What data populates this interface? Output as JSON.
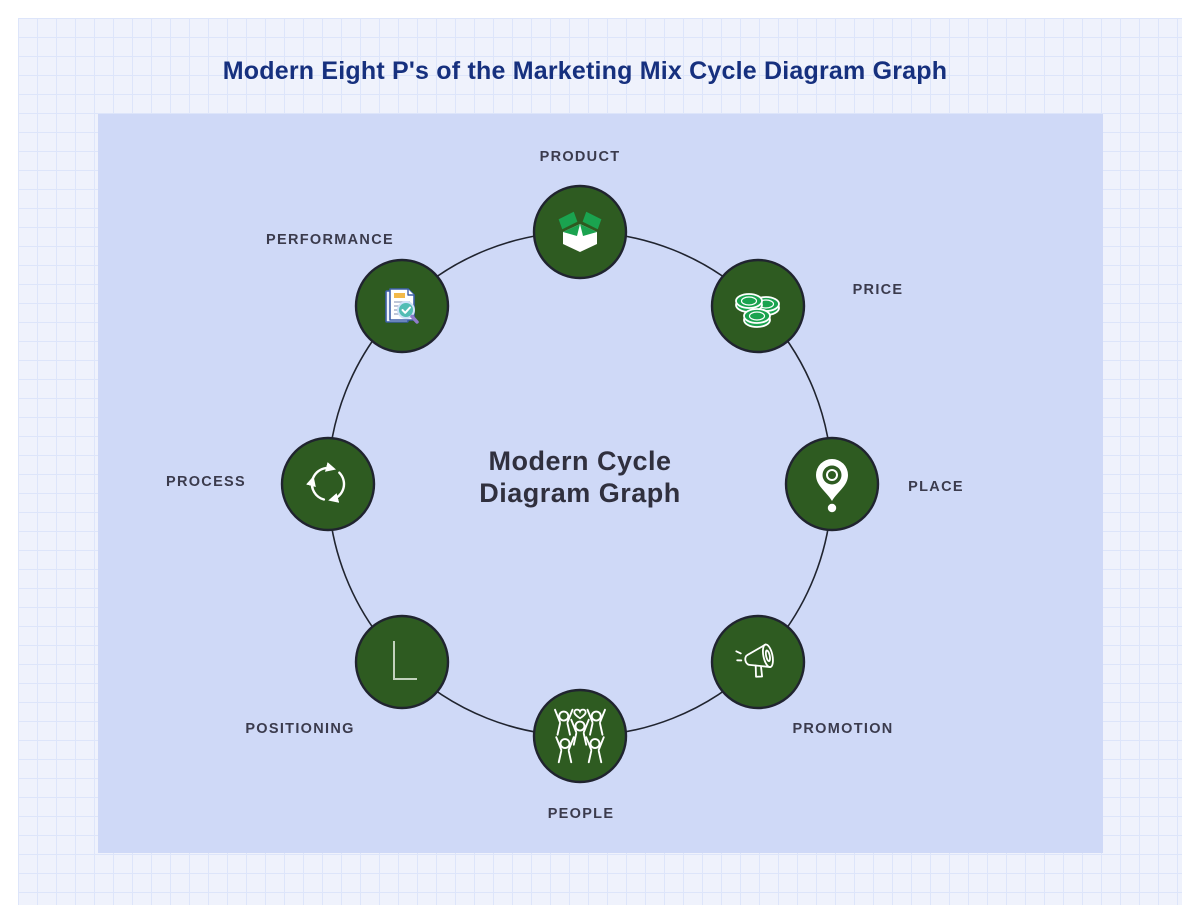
{
  "title": "Modern Eight P's of the Marketing Mix Cycle Diagram Graph",
  "center_label": {
    "line1": "Modern Cycle",
    "line2": "Diagram Graph"
  },
  "nodes": [
    {
      "label": "PRODUCT",
      "icon": "open-box-icon"
    },
    {
      "label": "PRICE",
      "icon": "coins-icon"
    },
    {
      "label": "PLACE",
      "icon": "location-pin-icon"
    },
    {
      "label": "PROMOTION",
      "icon": "megaphone-icon"
    },
    {
      "label": "PEOPLE",
      "icon": "people-group-icon"
    },
    {
      "label": "POSITIONING",
      "icon": "corner-axes-icon"
    },
    {
      "label": "PROCESS",
      "icon": "cycle-arrows-icon"
    },
    {
      "label": "PERFORMANCE",
      "icon": "report-magnifier-icon"
    }
  ],
  "colors": {
    "title_text": "#16307e",
    "panel_bg": "#cfd9f7",
    "grid_bg": "#eff2fc",
    "grid_line": "#dde5fa",
    "node_fill": "#2e5b21",
    "node_border": "#20242f",
    "ring_line": "#20242f",
    "label_text": "#3b3b4d",
    "icon_green": "#1aa34f",
    "icon_white": "#ffffff",
    "report_orange": "#f2b94a",
    "report_teal": "#52bdb4",
    "report_purple": "#8f7cc9"
  }
}
